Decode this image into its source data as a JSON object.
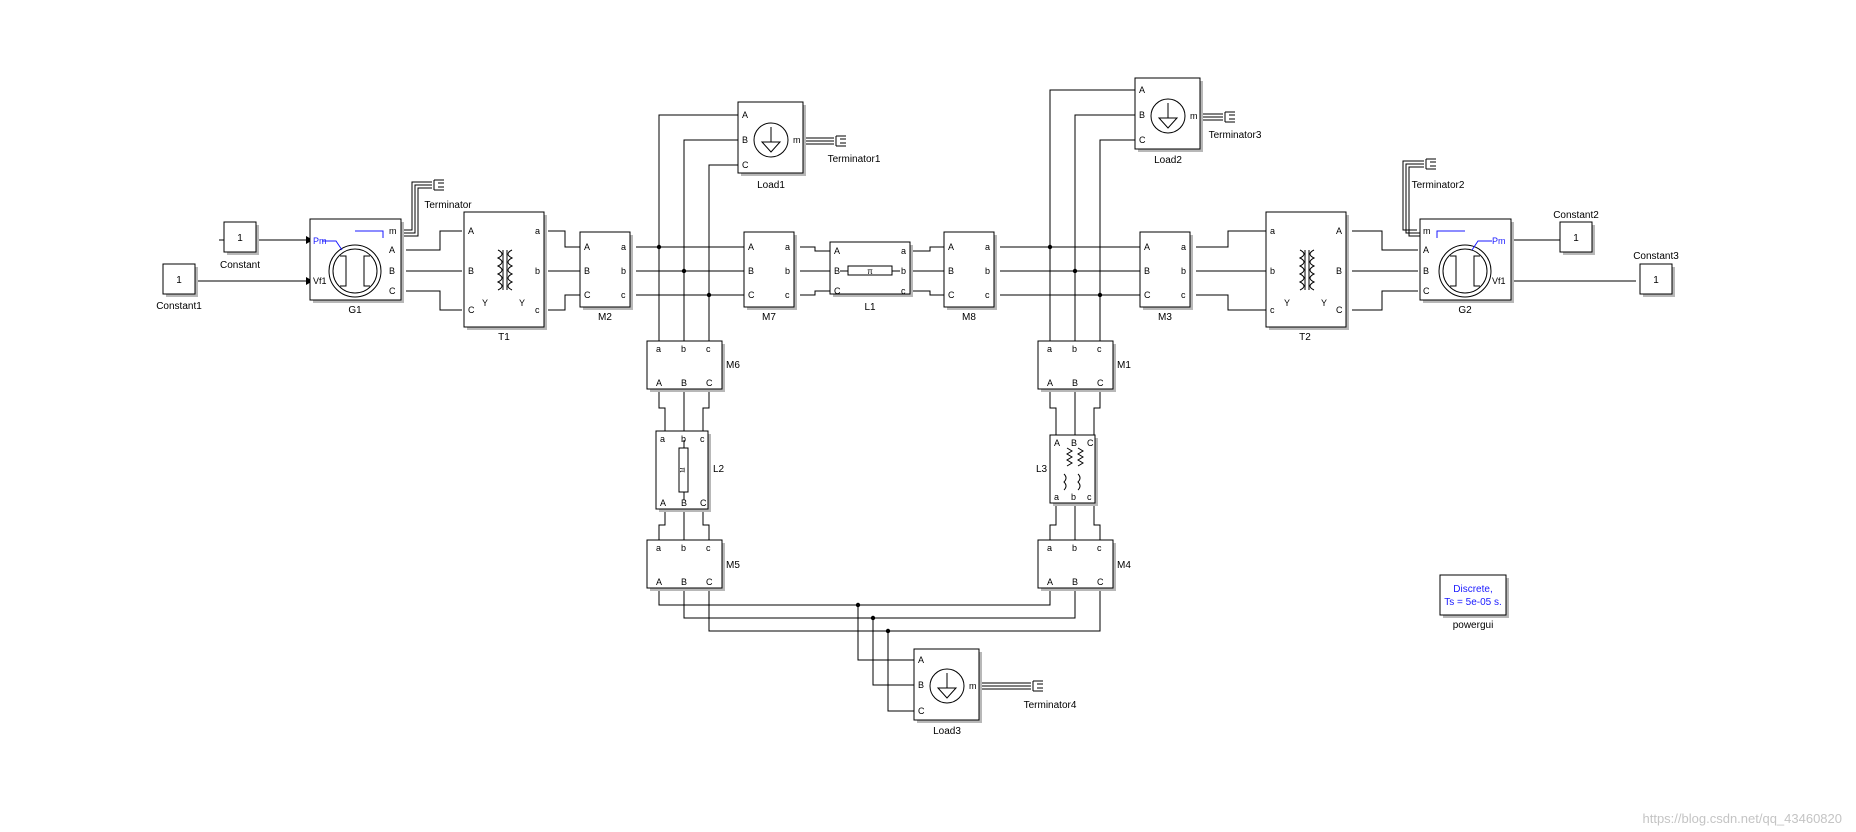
{
  "blocks": {
    "constant": {
      "value": "1",
      "label": "Constant"
    },
    "constant1": {
      "value": "1",
      "label": "Constant1"
    },
    "constant2": {
      "value": "1",
      "label": "Constant2"
    },
    "constant3": {
      "value": "1",
      "label": "Constant3"
    },
    "g1": {
      "label": "G1",
      "ports": [
        "Pm",
        "Vf1",
        "m",
        "A",
        "B",
        "C"
      ]
    },
    "g2": {
      "label": "G2",
      "ports": [
        "Pm",
        "Vf1",
        "m",
        "A",
        "B",
        "C"
      ]
    },
    "t1": {
      "label": "T1"
    },
    "t2": {
      "label": "T2"
    },
    "m1": {
      "label": "M1"
    },
    "m2": {
      "label": "M2"
    },
    "m3": {
      "label": "M3"
    },
    "m4": {
      "label": "M4"
    },
    "m5": {
      "label": "M5"
    },
    "m6": {
      "label": "M6"
    },
    "m7": {
      "label": "M7"
    },
    "m8": {
      "label": "M8"
    },
    "l1": {
      "label": "L1"
    },
    "l2": {
      "label": "L2"
    },
    "l3": {
      "label": "L3"
    },
    "load1": {
      "label": "Load1"
    },
    "load2": {
      "label": "Load2"
    },
    "load3": {
      "label": "Load3"
    },
    "terminator": {
      "label": "Terminator"
    },
    "terminator1": {
      "label": "Terminator1"
    },
    "terminator2": {
      "label": "Terminator2"
    },
    "terminator3": {
      "label": "Terminator3"
    },
    "terminator4": {
      "label": "Terminator4"
    },
    "powergui": {
      "line1": "Discrete,",
      "line2": "Ts = 5e-05 s.",
      "label": "powergui"
    }
  },
  "port_letters": {
    "upper": [
      "A",
      "B",
      "C"
    ],
    "lower": [
      "a",
      "b",
      "c"
    ],
    "m": "m",
    "y": "Y"
  },
  "colors": {
    "accent": "#1a1aff",
    "line": "#000000",
    "watermark": "#c4c4c4"
  },
  "watermark": "https://blog.csdn.net/qq_43460820"
}
